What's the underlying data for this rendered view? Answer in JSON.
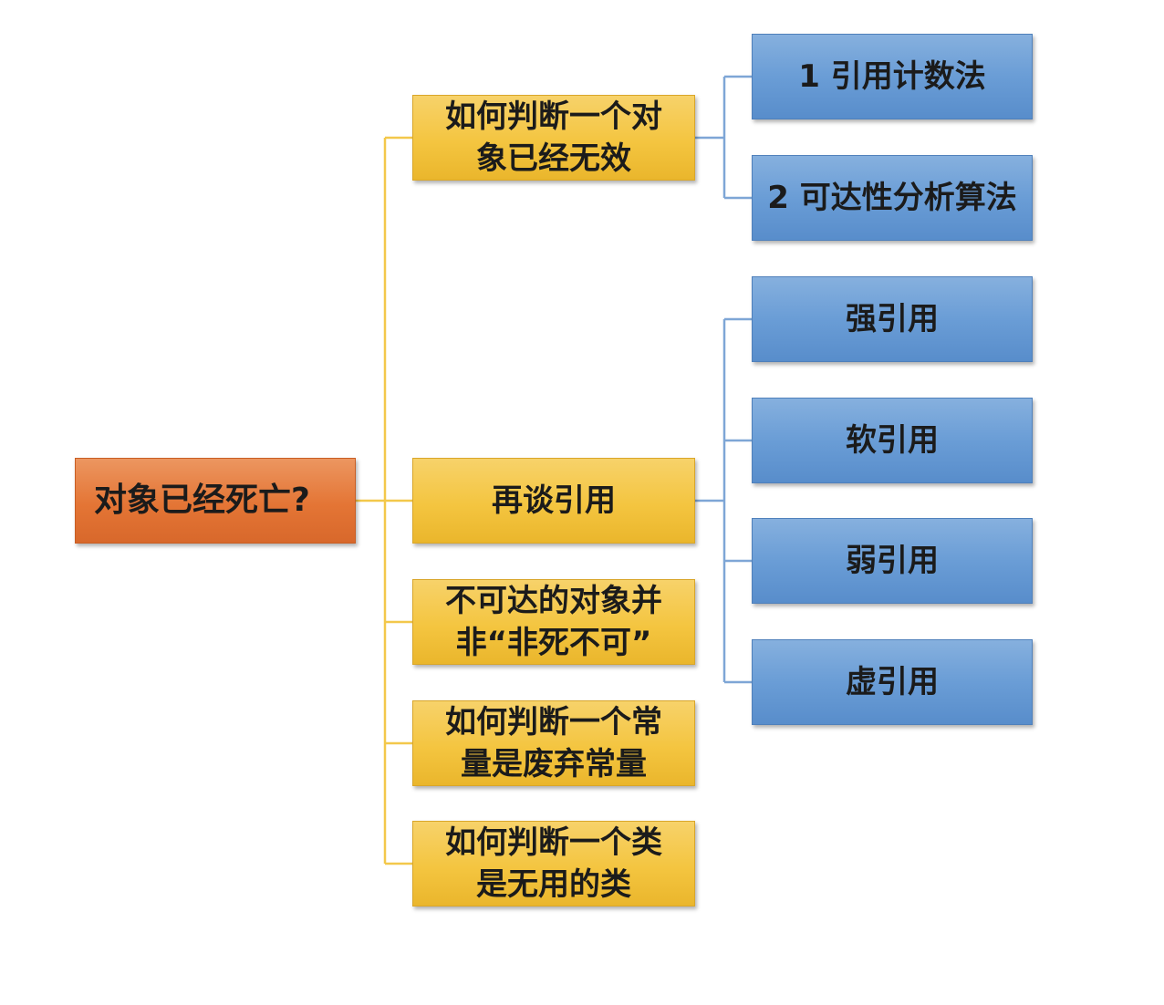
{
  "root": {
    "label": "对象已经死亡?"
  },
  "branches": [
    {
      "label": "如何判断一个对\n象已经无效",
      "children": [
        "1 引用计数法",
        "2 可达性分析算法"
      ]
    },
    {
      "label": "再谈引用",
      "children": [
        "强引用",
        "软引用",
        "弱引用",
        "虚引用"
      ]
    },
    {
      "label": "不可达的对象并\n非“非死不可”"
    },
    {
      "label": "如何判断一个常\n量是废弃常量"
    },
    {
      "label": "如何判断一个类\n是无用的类"
    }
  ],
  "colors": {
    "root": "#e47535",
    "branch": "#f4c540",
    "leaf": "#6a9dd6",
    "branch_connector": "#f3c84b",
    "leaf_connector": "#7ea6d6"
  }
}
